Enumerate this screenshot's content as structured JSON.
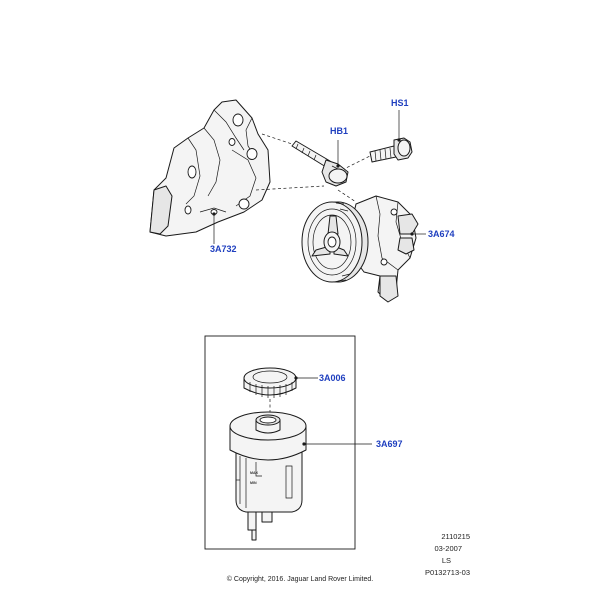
{
  "callouts": {
    "hs1": "HS1",
    "hb1": "HB1",
    "a3a732": "3A732",
    "a3a674": "3A674",
    "a3a006": "3A006",
    "a3a697": "3A697"
  },
  "meta": {
    "ref_number": "2110215",
    "date": "03-2007",
    "code": "LS",
    "illustration_id": "P0132713-03"
  },
  "copyright": "© Copyright, 2016. Jaguar Land Rover Limited.",
  "reservoir_marks": {
    "max": "MAX",
    "min": "MIN"
  },
  "colors": {
    "callout_text": "#1f3fbf",
    "line": "#1a1a1a"
  }
}
